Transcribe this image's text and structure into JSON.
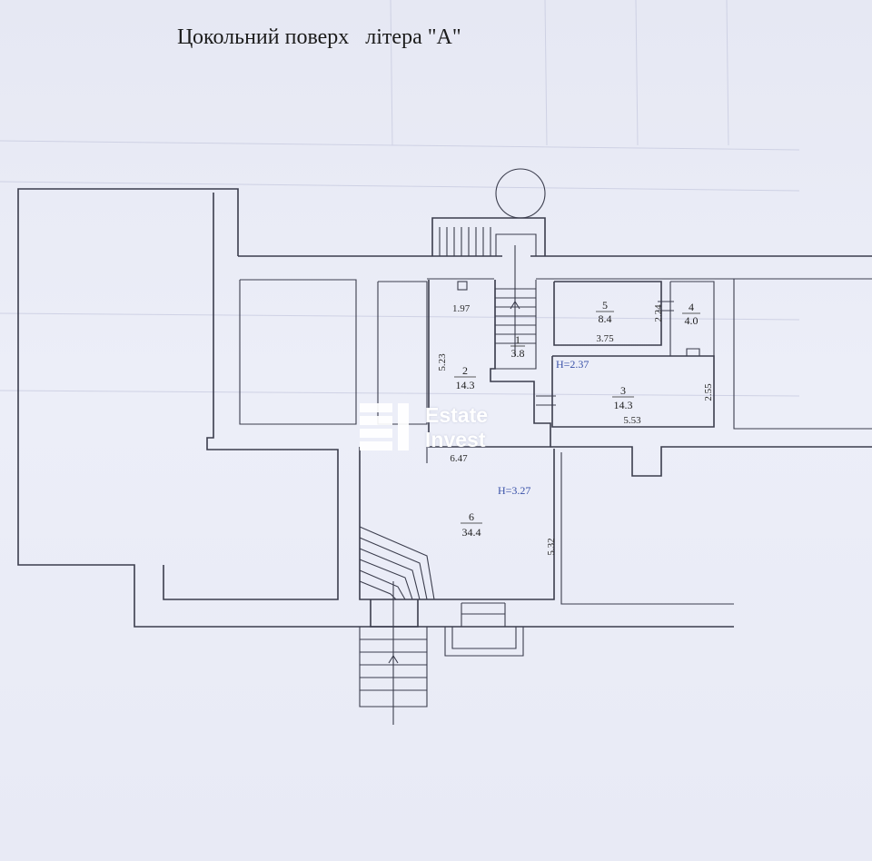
{
  "title": "Цокольний поверх   літера \"А\"",
  "rooms": [
    {
      "id": "room-1",
      "number": "1",
      "area": "3.8"
    },
    {
      "id": "room-2",
      "number": "2",
      "area": "14.3"
    },
    {
      "id": "room-3",
      "number": "3",
      "area": "14.3"
    },
    {
      "id": "room-4",
      "number": "4",
      "area": "4.0"
    },
    {
      "id": "room-5",
      "number": "5",
      "area": "8.4"
    },
    {
      "id": "room-6",
      "number": "6",
      "area": "34.4"
    }
  ],
  "dimensions": {
    "d197": "1.97",
    "d523": "5.23",
    "d224": "2.24",
    "d375": "3.75",
    "d255": "2.55",
    "d553": "5.53",
    "d647": "6.47",
    "d532": "5.32"
  },
  "heights": {
    "h1": "H=2.37",
    "h2": "H=3.27"
  },
  "logo": {
    "line1": "Estate",
    "line2": "Invest"
  },
  "colors": {
    "paper": "#e9ebf6",
    "lines": "#3b3d4d",
    "height_labels": "#3a52a8"
  }
}
